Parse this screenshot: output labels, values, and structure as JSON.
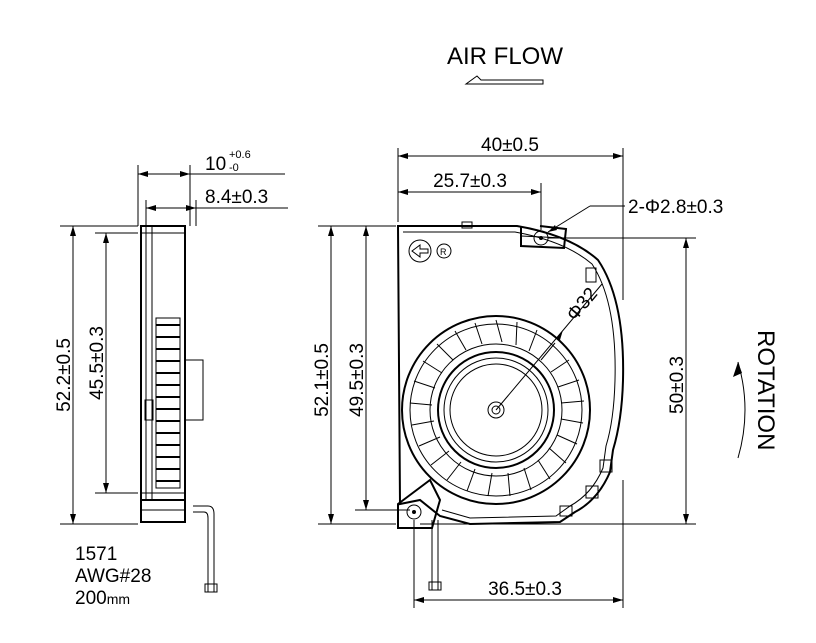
{
  "airflow": {
    "label": "AIR FLOW"
  },
  "rotation": {
    "label": "ROTATION"
  },
  "side_view": {
    "depth_label": "10",
    "depth_tol_plus": "+0.6",
    "depth_tol_minus": "-0",
    "inner_depth_label": "8.4±0.3",
    "height_outer_label": "52.2±0.5",
    "height_inner_label": "45.5±0.3"
  },
  "front_view": {
    "width_label": "40±0.5",
    "hole_offset_label": "25.7±0.3",
    "hole_label": "2-Φ2.8±0.3",
    "diameter_label": "Φ32",
    "height_outer_label": "52.1±0.5",
    "height_inner_label": "49.5±0.3",
    "height_right_label": "50±0.3",
    "bottom_label": "36.5±0.3"
  },
  "wire": {
    "line1": "1571",
    "line2": "AWG#28",
    "line3_value": "200",
    "line3_unit": "mm"
  }
}
